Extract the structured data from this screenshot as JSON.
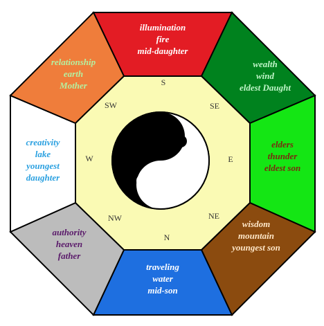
{
  "segments": [
    {
      "id": "s",
      "color": "#e31c24",
      "text_color": "#ffffff",
      "lines": [
        "illumination",
        "fire",
        "mid-daughter"
      ]
    },
    {
      "id": "se",
      "color": "#00821e",
      "text_color": "#bff5c8",
      "lines": [
        "wealth",
        "wind",
        "eldest Daught"
      ]
    },
    {
      "id": "e",
      "color": "#14e614",
      "text_color": "#7a2a10",
      "lines": [
        "elders",
        "thunder",
        "eldest son"
      ]
    },
    {
      "id": "ne",
      "color": "#8b4b0f",
      "text_color": "#ffe7c8",
      "lines": [
        "wisdom",
        "mountain",
        "youngest son"
      ]
    },
    {
      "id": "n",
      "color": "#1e6fe0",
      "text_color": "#ffffff",
      "lines": [
        "traveling",
        "water",
        "mid-son"
      ]
    },
    {
      "id": "nw",
      "color": "#bcbcbc",
      "text_color": "#5a1a6a",
      "lines": [
        "authority",
        "heaven",
        "father"
      ]
    },
    {
      "id": "w",
      "color": "#ffffff",
      "text_color": "#2aa0e0",
      "lines": [
        "creativity",
        "lake",
        "youngest",
        "daughter"
      ]
    },
    {
      "id": "sw",
      "color": "#ef7d3b",
      "text_color": "#b5f0a0",
      "lines": [
        "relationship",
        "earth",
        "Mother"
      ]
    }
  ],
  "directions": {
    "s": "S",
    "se": "SE",
    "e": "E",
    "ne": "NE",
    "n": "N",
    "nw": "NW",
    "w": "W",
    "sw": "SW"
  },
  "colors": {
    "outline": "#000000",
    "inner_ring": "#fafab4",
    "yin": "#000000",
    "yang": "#ffffff"
  },
  "icons": {
    "center": "yin-yang-icon"
  }
}
